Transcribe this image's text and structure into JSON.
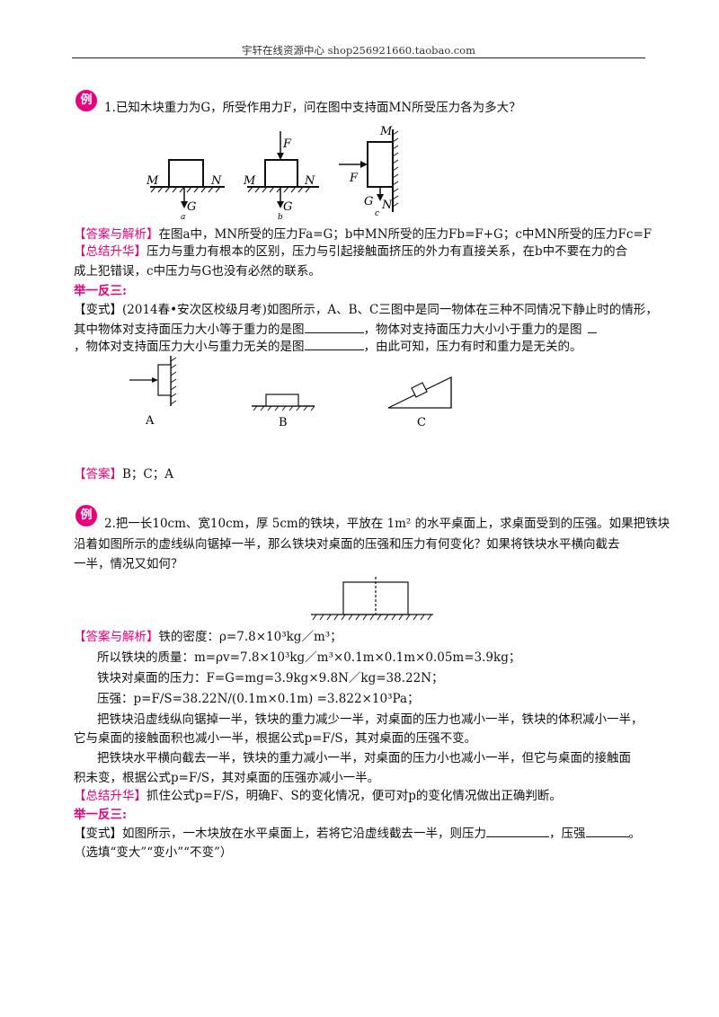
{
  "header": {
    "text": "宇轩在线资源中心   shop256921660.taobao.com"
  },
  "badge": "例",
  "q1": {
    "question": "1.已知木块重力为G，所受作用力F，问在图中支持面MN所受压力各为多大？",
    "fig_labels": {
      "M": "M",
      "N": "N",
      "F": "F",
      "G": "G",
      "a": "a",
      "b": "b",
      "c": "c"
    },
    "answer_tag": "【答案与解析】",
    "answer": "在图a中，MN所受的压力Fa=G；b中MN所受的压力Fb=F+G；c中MN所受的压力Fc=F",
    "summary_tag": "【总结升华】",
    "summary_1": "压力与重力有根本的区别，压力与引起接触面挤压的外力有直接关系，在b中不要在力的合",
    "summary_2": "成上犯错误，c中压力与G也没有必然的联系。"
  },
  "practice_title": "举一反三:",
  "v1": {
    "tag": "【变式】",
    "line1": "(2014春•安次区校级月考)如图所示，A、B、C三图中是同一物体在三种不同情况下静止时的情形，",
    "line2a": "其中物体对支持面压力大小等于重力的是图",
    "line2b": "，物体对支持面压力大小小于重力的是图",
    "line3a": "，物体对支持面压力大小与重力无关的是图",
    "line3b": "，由此可知，压力有时和重力是无关的。",
    "labels": {
      "A": "A",
      "B": "B",
      "C": "C"
    },
    "answer_tag": "【答案】",
    "answer": "B；C；A"
  },
  "q2": {
    "line1": "2.把一长10cm、宽10cm，厚 5cm的铁块，平放在 1m² 的水平桌面上，求桌面受到的压强。如果把铁块",
    "line2": "沿着如图所示的虚线纵向锯掉一半，那么铁块对桌面的压强和压力有何变化？如果将铁块水平横向截去",
    "line3": "一半，情况又如何？",
    "answer_tag": "【答案与解析】",
    "a1": "铁的密度：ρ=7.8×10³kg／m³；",
    "a2": "所以铁块的质量：m=ρv=7.8×10³kg／m³×0.1m×0.1m×0.05m=3.9kg；",
    "a3": "铁块对桌面的压力：F=G=mg=3.9kg×9.8N／kg=38.22N；",
    "a4": "压强：p=F/S=38.22N/(0.1m×0.1m) =3.822×10³Pa；",
    "a5": "把铁块沿虚线纵向锯掉一半，铁块的重力减少一半，对桌面的压力也减小一半，铁块的体积减小一半，",
    "a6": "它与桌面的接触面积也减小一半，根据公式p=F/S，其对桌面的压强不变。",
    "a7": "把铁块水平横向截去一半，铁块的重力减小一半，对桌面的压力小也减小一半，但它与桌面的接触面",
    "a8": "积未变，根据公式p=F/S，其对桌面的压强亦减小一半。",
    "summary_tag": "【总结升华】",
    "summary": "抓住公式p=F/S，明确F、S的变化情况，便可对p的变化情况做出正确判断。"
  },
  "v2": {
    "tag": "【变式】",
    "line1a": "如图所示，一木块放在水平桌面上，若将它沿虚线截去一半，则压力",
    "line1b": "，压强",
    "line2": "（选填“变大”“变小”“不变”）"
  }
}
